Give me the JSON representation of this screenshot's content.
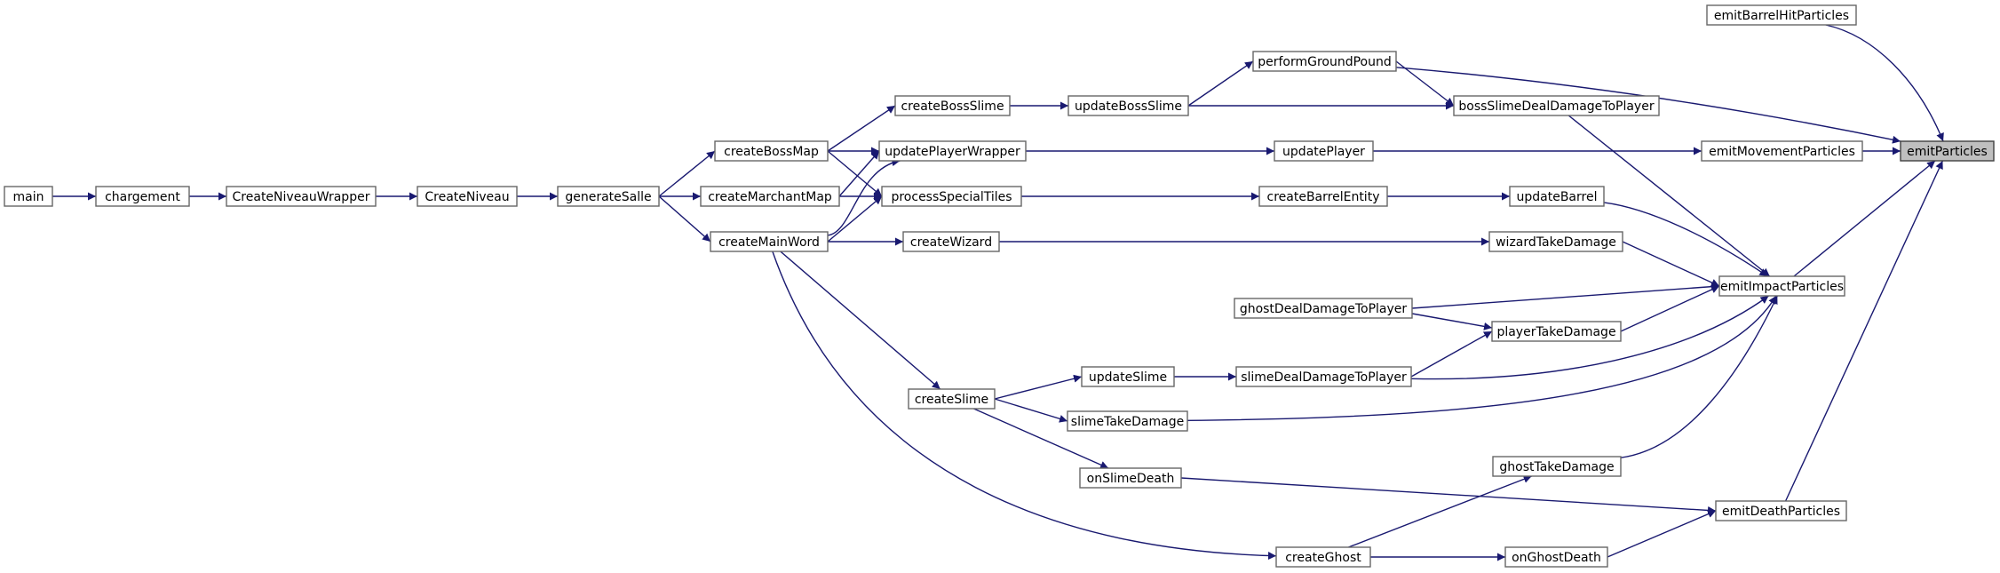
{
  "graph": {
    "colors": {
      "edge": "#191970",
      "node_border": "#666666",
      "node_fill": "#ffffff",
      "highlight_fill": "#bfbfbf"
    },
    "nodes": {
      "main": "main",
      "chargement": "chargement",
      "CreateNiveauWrapper": "CreateNiveauWrapper",
      "CreateNiveau": "CreateNiveau",
      "generateSalle": "generateSalle",
      "createBossMap": "createBossMap",
      "createMarchantMap": "createMarchantMap",
      "createMainWord": "createMainWord",
      "createBossSlime": "createBossSlime",
      "updatePlayerWrapper": "updatePlayerWrapper",
      "processSpecialTiles": "processSpecialTiles",
      "createWizard": "createWizard",
      "createSlime": "createSlime",
      "updateSlime": "updateSlime",
      "slimeTakeDamage": "slimeTakeDamage",
      "onSlimeDeath": "onSlimeDeath",
      "updateBossSlime": "updateBossSlime",
      "performGroundPound": "performGroundPound",
      "updatePlayer": "updatePlayer",
      "createBarrelEntity": "createBarrelEntity",
      "ghostDealDamageToPlayer": "ghostDealDamageToPlayer",
      "slimeDealDamageToPlayer": "slimeDealDamageToPlayer",
      "createGhost": "createGhost",
      "bossSlimeDealDamageToPlayer": "bossSlimeDealDamageToPlayer",
      "updateBarrel": "updateBarrel",
      "wizardTakeDamage": "wizardTakeDamage",
      "playerTakeDamage": "playerTakeDamage",
      "ghostTakeDamage": "ghostTakeDamage",
      "onGhostDeath": "onGhostDeath",
      "emitBarrelHitParticles": "emitBarrelHitParticles",
      "emitMovementParticles": "emitMovementParticles",
      "emitImpactParticles": "emitImpactParticles",
      "emitDeathParticles": "emitDeathParticles",
      "emitParticles": "emitParticles"
    }
  }
}
